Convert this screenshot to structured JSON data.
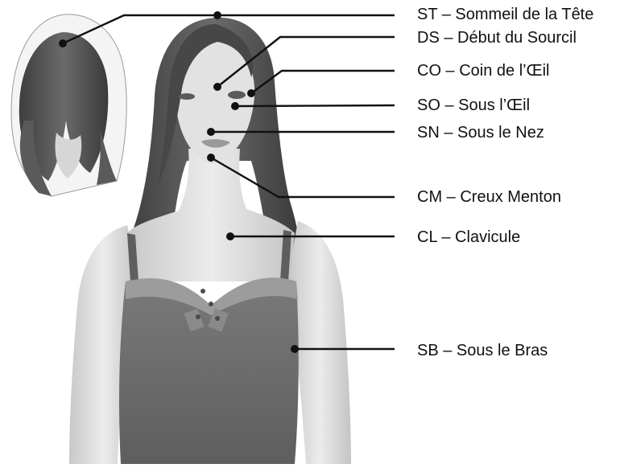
{
  "points": [
    {
      "id": "st",
      "label": "ST – Sommeil de la Tête"
    },
    {
      "id": "ds",
      "label": "DS – Début du Sourcil"
    },
    {
      "id": "co",
      "label": "CO – Coin de l’Œil"
    },
    {
      "id": "so",
      "label": "SO – Sous l’Œil"
    },
    {
      "id": "sn",
      "label": "SN – Sous le Nez"
    },
    {
      "id": "cm",
      "label": "CM – Creux Menton"
    },
    {
      "id": "cl",
      "label": "CL – Clavicule"
    },
    {
      "id": "sb",
      "label": "SB – Sous le Bras"
    }
  ],
  "colors": {
    "line": "#111111",
    "hair": "#4a4a4a",
    "skin": "#d9d9d9",
    "top": "#6e6e6e"
  }
}
